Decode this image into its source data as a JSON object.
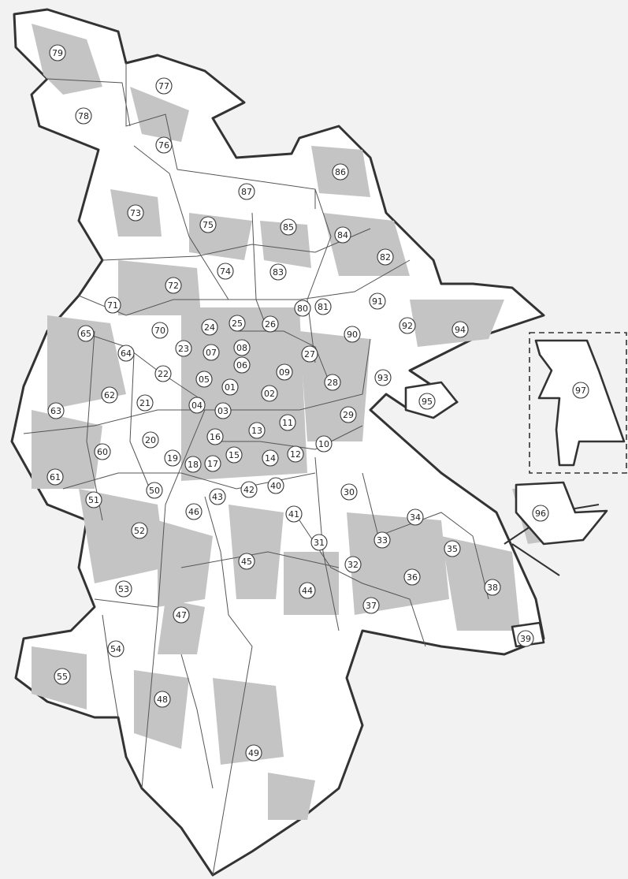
{
  "map": {
    "colors": {
      "background": "#f2f2f2",
      "land": "#ffffff",
      "green_area": "#c4c4c4",
      "outline": "#333333",
      "district_border": "#555555"
    },
    "districts": [
      "01",
      "02",
      "03",
      "04",
      "05",
      "06",
      "07",
      "08",
      "09",
      "10",
      "11",
      "12",
      "13",
      "14",
      "15",
      "16",
      "17",
      "18",
      "19",
      "20",
      "21",
      "22",
      "23",
      "24",
      "25",
      "26",
      "27",
      "28",
      "29",
      "30",
      "31",
      "32",
      "33",
      "34",
      "35",
      "36",
      "37",
      "38",
      "39",
      "40",
      "41",
      "42",
      "43",
      "44",
      "45",
      "46",
      "47",
      "48",
      "49",
      "50",
      "51",
      "52",
      "53",
      "54",
      "55",
      "60",
      "61",
      "62",
      "63",
      "64",
      "65",
      "70",
      "71",
      "72",
      "73",
      "74",
      "75",
      "76",
      "77",
      "78",
      "79",
      "80",
      "81",
      "82",
      "83",
      "84",
      "85",
      "86",
      "87",
      "90",
      "91",
      "92",
      "93",
      "94",
      "95",
      "96",
      "97"
    ],
    "inset_district": "97"
  }
}
